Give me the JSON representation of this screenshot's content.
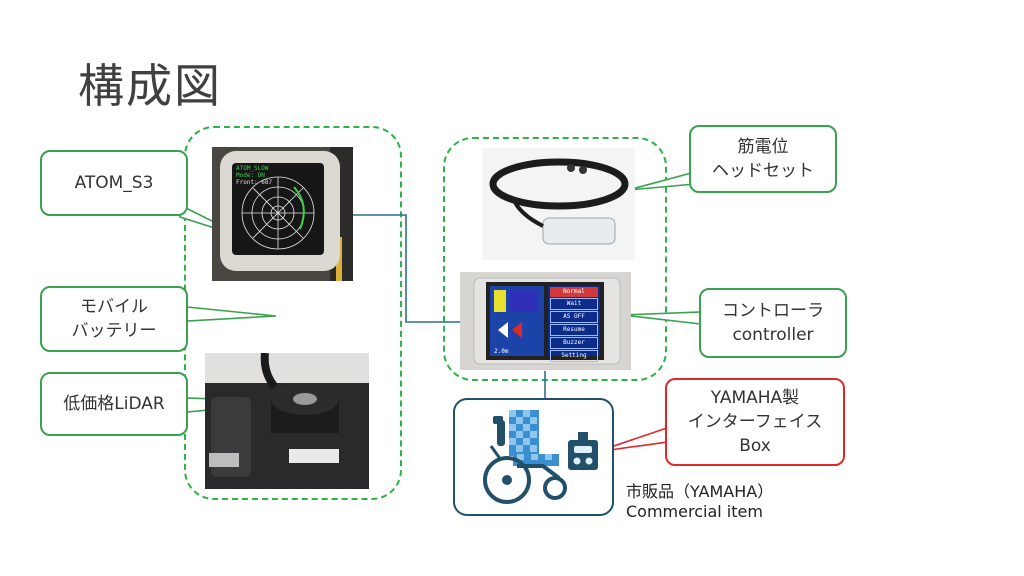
{
  "title": "構成図",
  "callouts": {
    "atom": "ATOM_S3",
    "battery": "モバイル\nバッテリー",
    "lidar": "低価格LiDAR",
    "emg": "筋電位\nヘッドセット",
    "controller": "コントローラ\ncontroller",
    "yamaha_box": "YAMAHA製\nインターフェイス\nBox"
  },
  "wheelchair_caption": "市販品（YAMAHA）\nCommercial item",
  "atom_screen": {
    "line1": "ATOM_SLOW",
    "line2": "Mode: ON",
    "line3": "Front: 687"
  },
  "controller_screen": {
    "buttons": [
      "Normal",
      "Wait",
      "AS OFF",
      "Resume",
      "Buzzer",
      "Setting"
    ],
    "readout": "2.0m"
  },
  "colors": {
    "group_border": "#2eb24a",
    "callout_border": "#3aa14f",
    "callout_red": "#e02828",
    "link_line": "#2f6f86",
    "wheelchair_box": "#22506b"
  }
}
